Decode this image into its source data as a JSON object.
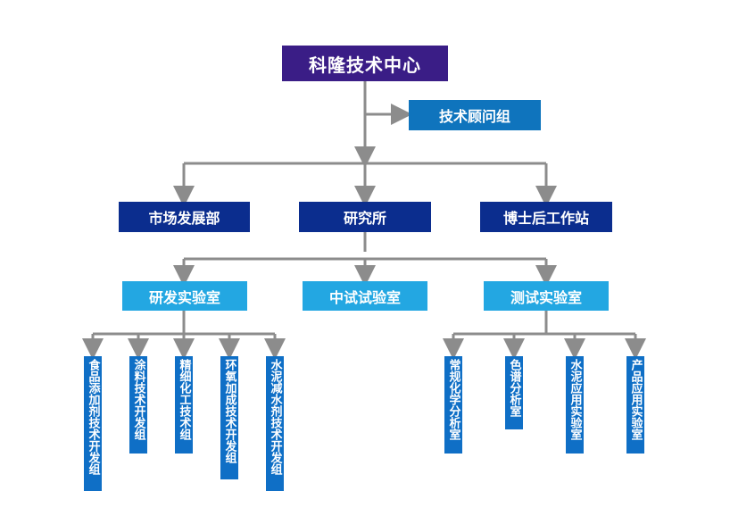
{
  "root": {
    "label": "科隆技术中心"
  },
  "advisor": {
    "label": "技术顾问组"
  },
  "departments": [
    {
      "label": "市场发展部"
    },
    {
      "label": "研究所"
    },
    {
      "label": "博士后工作站"
    }
  ],
  "labs": [
    {
      "label": "研发实验室"
    },
    {
      "label": "中试试验室"
    },
    {
      "label": "测试实验室"
    }
  ],
  "rd_groups": [
    {
      "label": "食品添加剂技术开发组"
    },
    {
      "label": "涂料技术开发组"
    },
    {
      "label": "精细化工技术组"
    },
    {
      "label": "环氧加成技术开发组"
    },
    {
      "label": "水泥减水剂技术开发组"
    }
  ],
  "test_groups": [
    {
      "label": "常规化学分析室"
    },
    {
      "label": "色谱分析室"
    },
    {
      "label": "水泥应用实验室"
    },
    {
      "label": "产品应用实验室"
    }
  ],
  "colors": {
    "root": "#3a1d86",
    "advisor": "#0f74bd",
    "department": "#0b2d8e",
    "lab": "#23a7e2",
    "group": "#0f6fc6",
    "connector": "#8c8c8c"
  }
}
